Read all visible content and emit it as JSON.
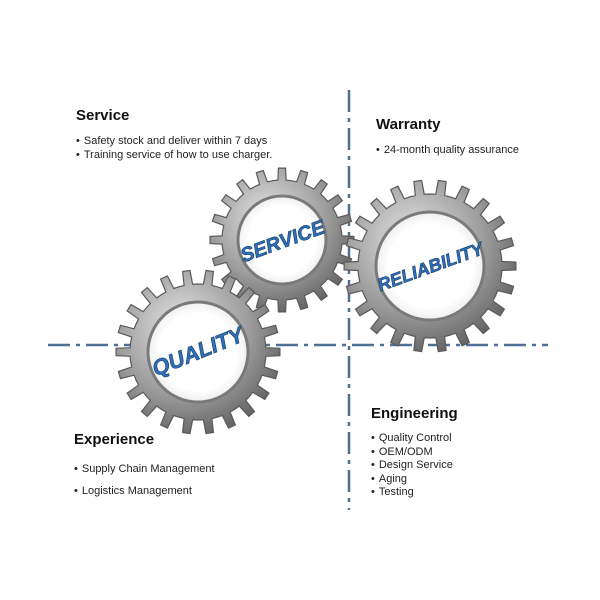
{
  "colors": {
    "axis": "#4f6f96",
    "gear_dark": "#5a5a5a",
    "gear_light": "#d8d8d8",
    "label_blue": "#2f6fb7"
  },
  "gears": {
    "service": {
      "label": "SERVICE",
      "icon": "gear-icon"
    },
    "reliability": {
      "label": "RELIABILITY",
      "icon": "gear-icon"
    },
    "quality": {
      "label": "QUALITY",
      "icon": "gear-icon"
    }
  },
  "service": {
    "title": "Service",
    "items": [
      "Safety stock and deliver within 7 days",
      "Training service of how to use charger."
    ]
  },
  "warranty": {
    "title": "Warranty",
    "items": [
      "24-month quality assurance"
    ]
  },
  "experience": {
    "title": "Experience",
    "items": [
      "Supply Chain Management",
      "Logistics  Management"
    ]
  },
  "engineering": {
    "title": "Engineering",
    "items": [
      "Quality Control",
      "OEM/ODM",
      "Design Service",
      "Aging",
      "Testing"
    ]
  }
}
